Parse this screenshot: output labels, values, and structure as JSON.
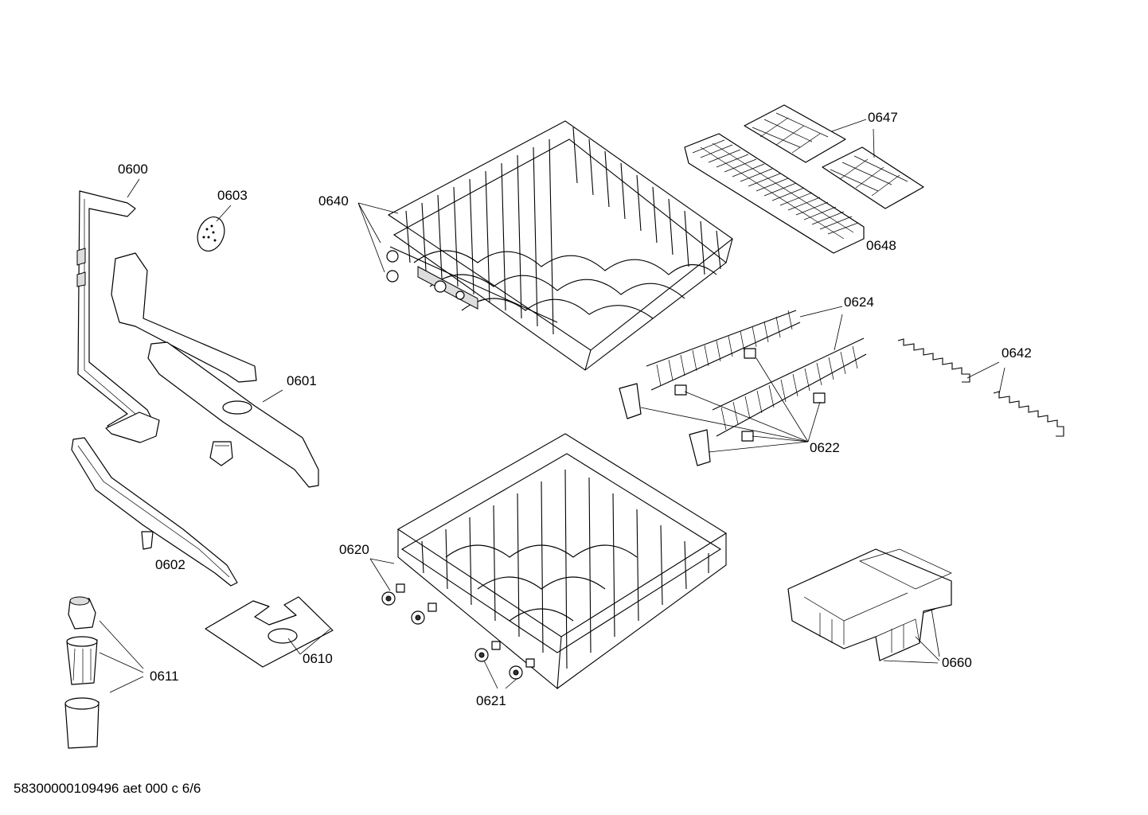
{
  "callouts": {
    "c0600": "0600",
    "c0601": "0601",
    "c0602": "0602",
    "c0603": "0603",
    "c0610": "0610",
    "c0611": "0611",
    "c0620": "0620",
    "c0621": "0621",
    "c0622": "0622",
    "c0624": "0624",
    "c0640": "0640",
    "c0642": "0642",
    "c0647": "0647",
    "c0648": "0648",
    "c0660": "0660"
  },
  "footer": "58300000109496 aet 000 c 6/6"
}
